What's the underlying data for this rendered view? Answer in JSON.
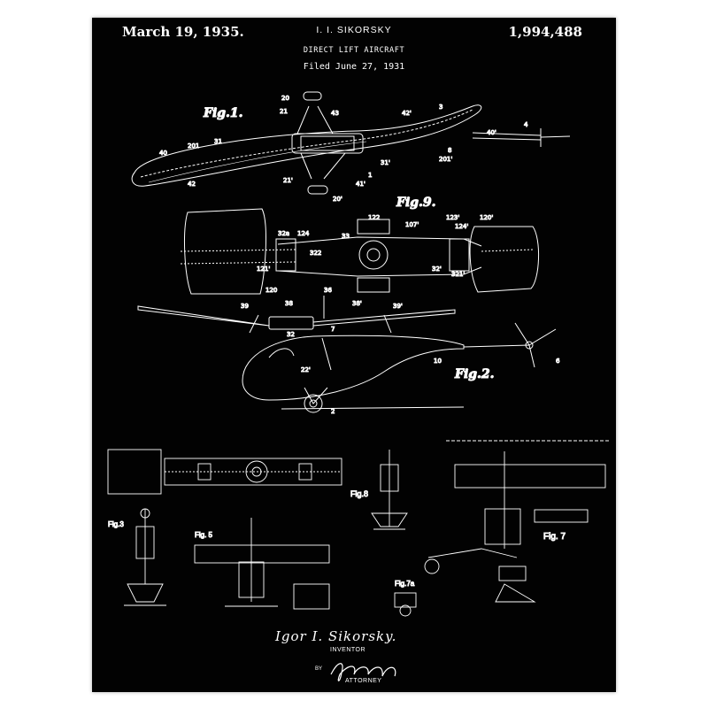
{
  "header": {
    "date": "March 19, 1935.",
    "inventor_line": "I. I. SIKORSKY",
    "title": "DIRECT LIFT AIRCRAFT",
    "filed": "Filed June 27, 1931",
    "patent_number": "1,994,488"
  },
  "figures": {
    "fig1": "Fig.1.",
    "fig9": "Fig.9.",
    "fig2": "Fig.2.",
    "fig8": "Fig.8",
    "fig7": "Fig. 7",
    "fig7a": "Fig.7a",
    "fig3": "Fig.3",
    "fig5": "Fig. 5"
  },
  "reference_numbers": {
    "r20": "20",
    "r21": "21",
    "r43": "43",
    "r42p": "42'",
    "r3": "3",
    "r4": "4",
    "r40p": "40'",
    "r201": "201",
    "r31": "31",
    "r40": "40",
    "r42": "42",
    "r8": "8",
    "r31p": "31'",
    "r201p": "201'",
    "r21p": "21'",
    "r41p": "41'",
    "r20p": "20'",
    "r1": "1",
    "r122": "122",
    "r123p": "123'",
    "r120p": "120'",
    "r32a": "32a",
    "r124": "124",
    "r33": "33",
    "r107p": "107'",
    "r124p": "124'",
    "r322": "322",
    "r32p": "32'",
    "r121p": "121'",
    "r321p": "321'",
    "r120": "120",
    "r36": "36",
    "r39": "39",
    "r38": "38",
    "r38p": "38'",
    "r39p": "39'",
    "r32": "32",
    "r7": "7",
    "r22p": "22'",
    "r10": "10",
    "r6": "6",
    "r2": "2"
  },
  "signature": {
    "inventor_name": "Igor I. Sikorsky.",
    "inventor_caption": "INVENTOR",
    "by": "BY",
    "attorney_caption": "ATTORNEY"
  }
}
